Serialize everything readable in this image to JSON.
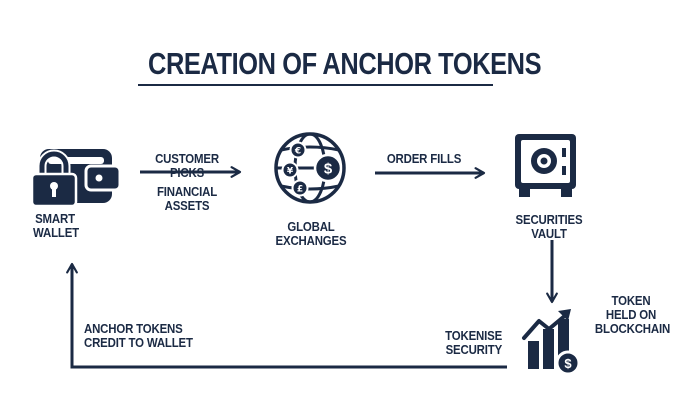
{
  "title": "CREATION OF ANCHOR TOKENS",
  "nodes": {
    "smart_wallet": {
      "line1": "SMART",
      "line2": "WALLET",
      "icon": "wallet-lock-icon"
    },
    "global_exchanges": {
      "line1": "GLOBAL",
      "line2": "EXCHANGES",
      "icon": "globe-currency-icon"
    },
    "securities_vault": {
      "line1": "SECURITIES VAULT",
      "icon": "safe-vault-icon"
    },
    "tokenise_security": {
      "line1": "TOKENISE",
      "line2": "SECURITY",
      "icon": "growth-chart-coin-icon"
    }
  },
  "edges": {
    "wallet_to_exchanges": {
      "line1": "CUSTOMER PICKS",
      "line2": "FINANCIAL ASSETS"
    },
    "exchanges_to_vault": {
      "line1": "ORDER FILLS"
    },
    "token_note": {
      "line1": "TOKEN",
      "line2": "HELD ON",
      "line3": "BLOCKCHAIN"
    },
    "tokenise_to_wallet": {
      "line1": "ANCHOR TOKENS",
      "line2": "CREDIT TO WALLET"
    }
  },
  "colors": {
    "ink": "#1b2a44",
    "background": "#ffffff"
  }
}
